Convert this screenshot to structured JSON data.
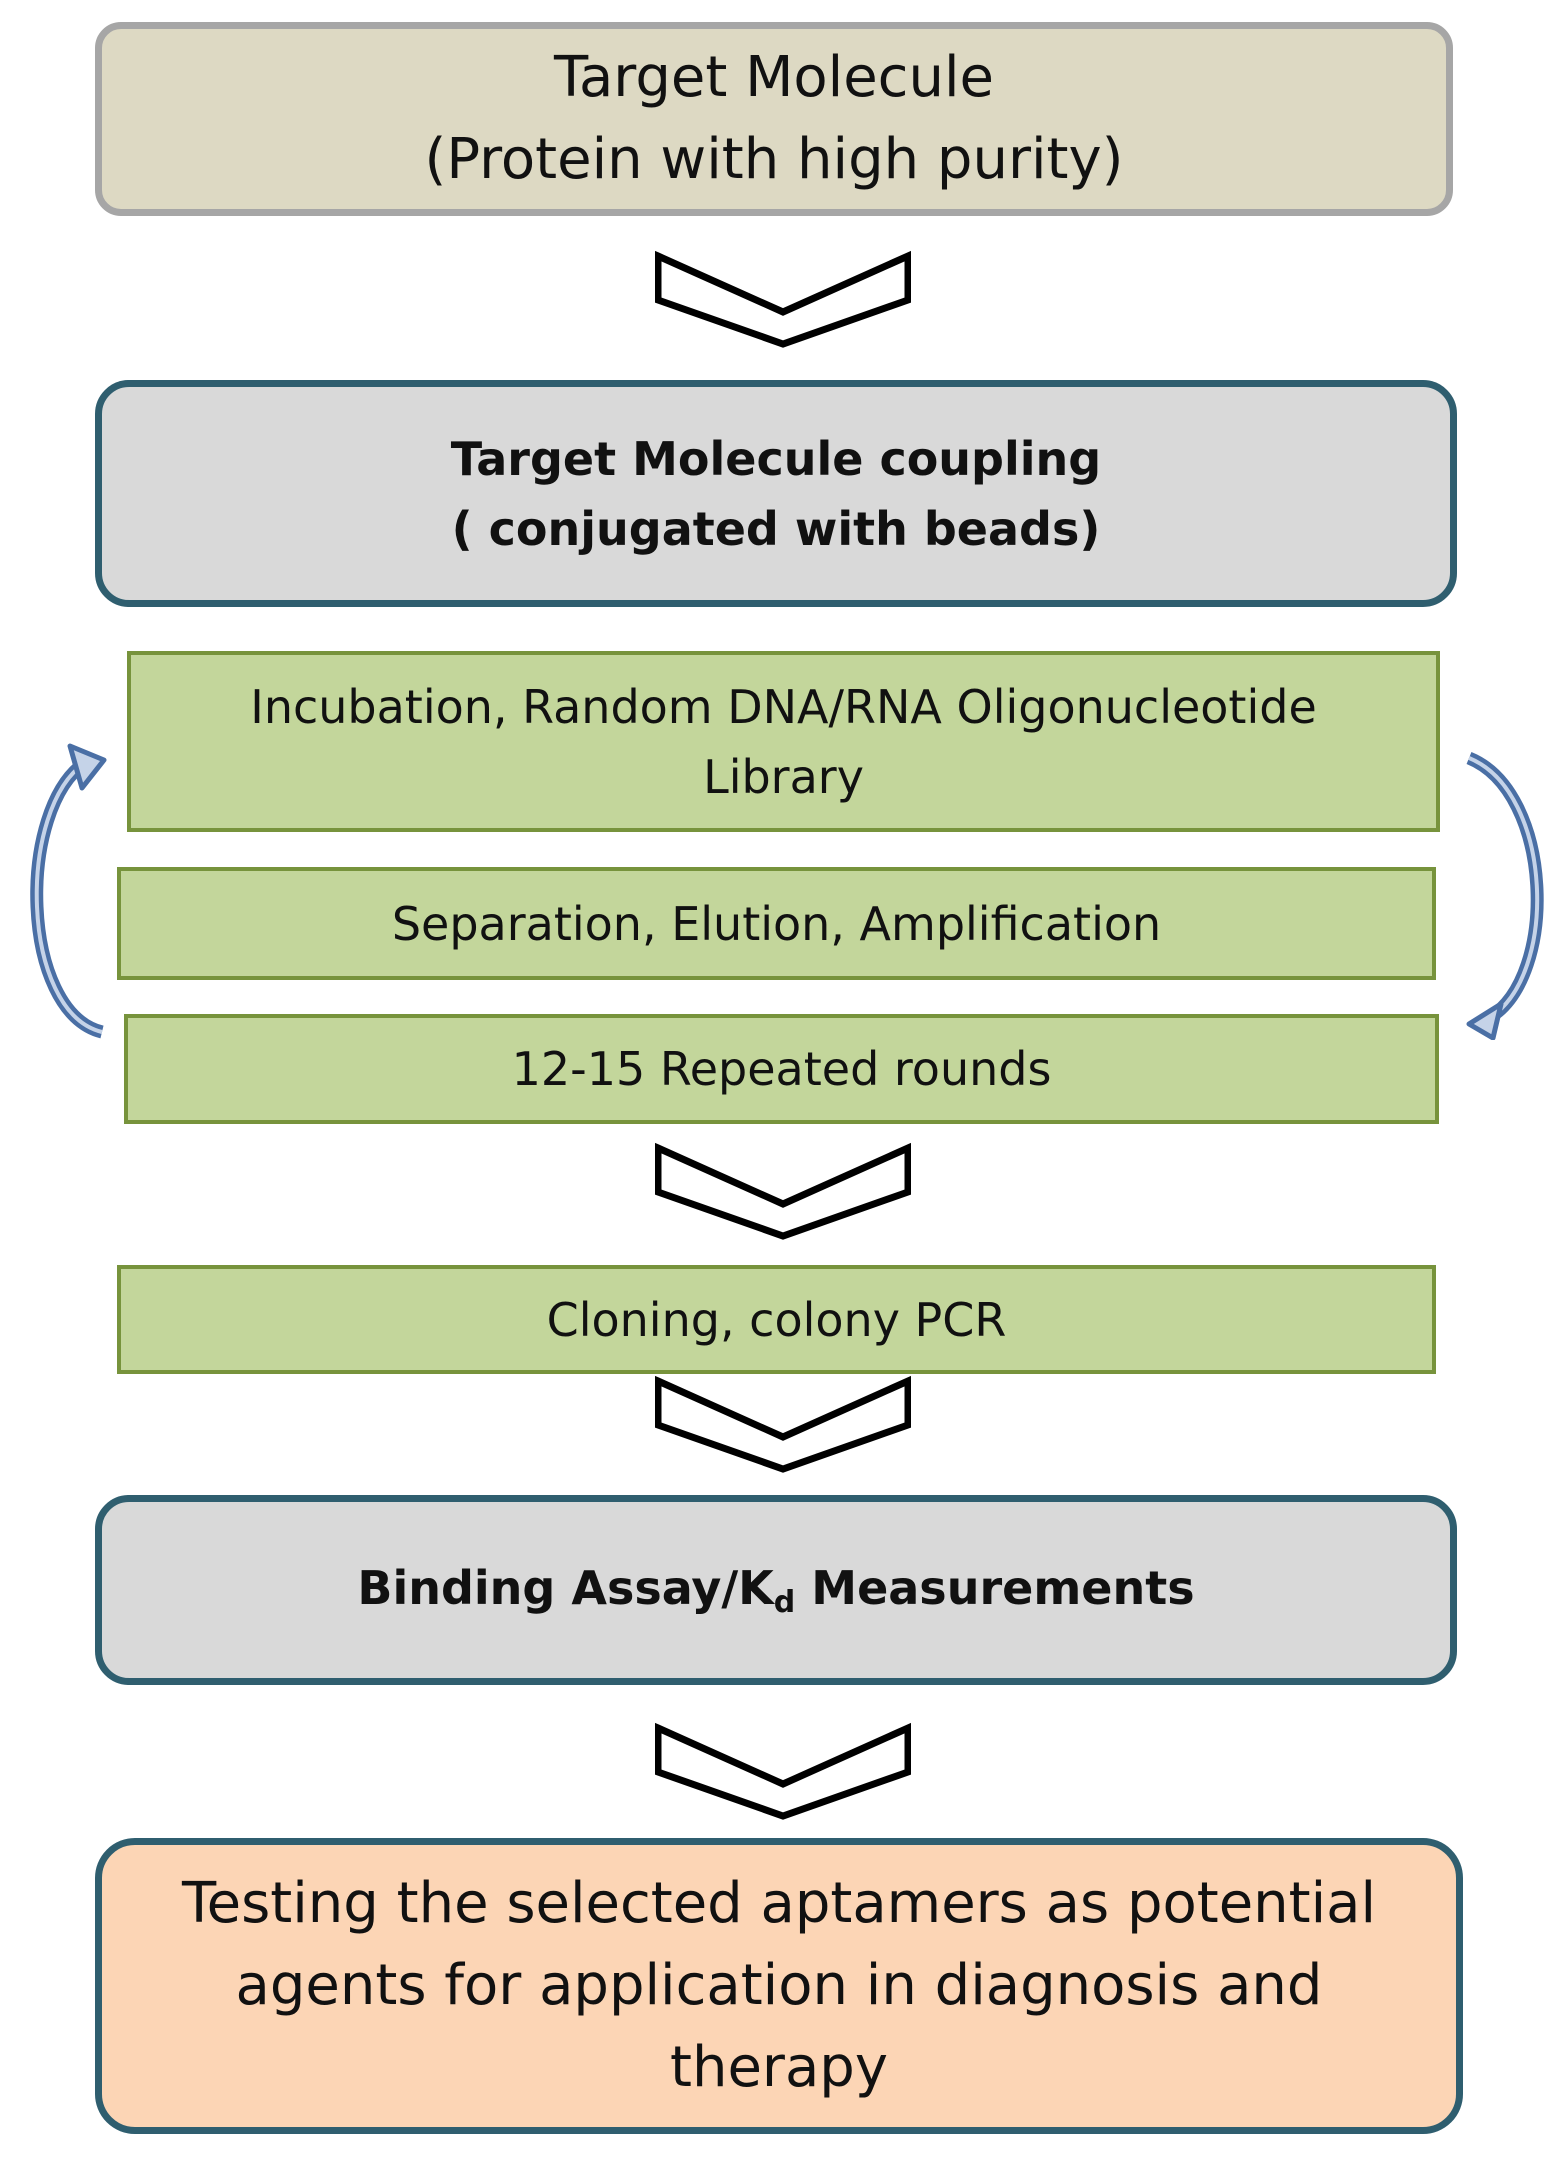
{
  "steps": {
    "target_molecule": {
      "line1": "Target Molecule",
      "line2": "(Protein with high purity)"
    },
    "coupling": {
      "line1": "Target Molecule coupling",
      "line2": "( conjugated with beads)"
    },
    "incubation": {
      "line1": "Incubation, Random DNA/RNA Oligonucleotide",
      "line2": "Library"
    },
    "separation": "Separation, Elution, Amplification",
    "repeated_rounds": "12-15 Repeated rounds",
    "cloning": "Cloning, colony PCR",
    "binding_assay": {
      "prefix": "Binding Assay/K",
      "subscript": "d",
      "suffix": " Measurements"
    },
    "testing": {
      "line1": "Testing the selected aptamers as potential",
      "line2": "agents for application in diagnosis and",
      "line3": "therapy"
    }
  },
  "colors": {
    "beige_box": "#ddd9c3",
    "grey_box": "#d9d9d9",
    "green_box": "#c3d69b",
    "peach_box": "#fcd5b5",
    "dark_teal_border": "#2f5e6f",
    "green_border": "#77933c",
    "cycle_arrows": "#4a6fa5"
  },
  "icons": {
    "step_arrow": "chevron-down-icon",
    "cycle_arrows": "curved-arrow-icon"
  }
}
